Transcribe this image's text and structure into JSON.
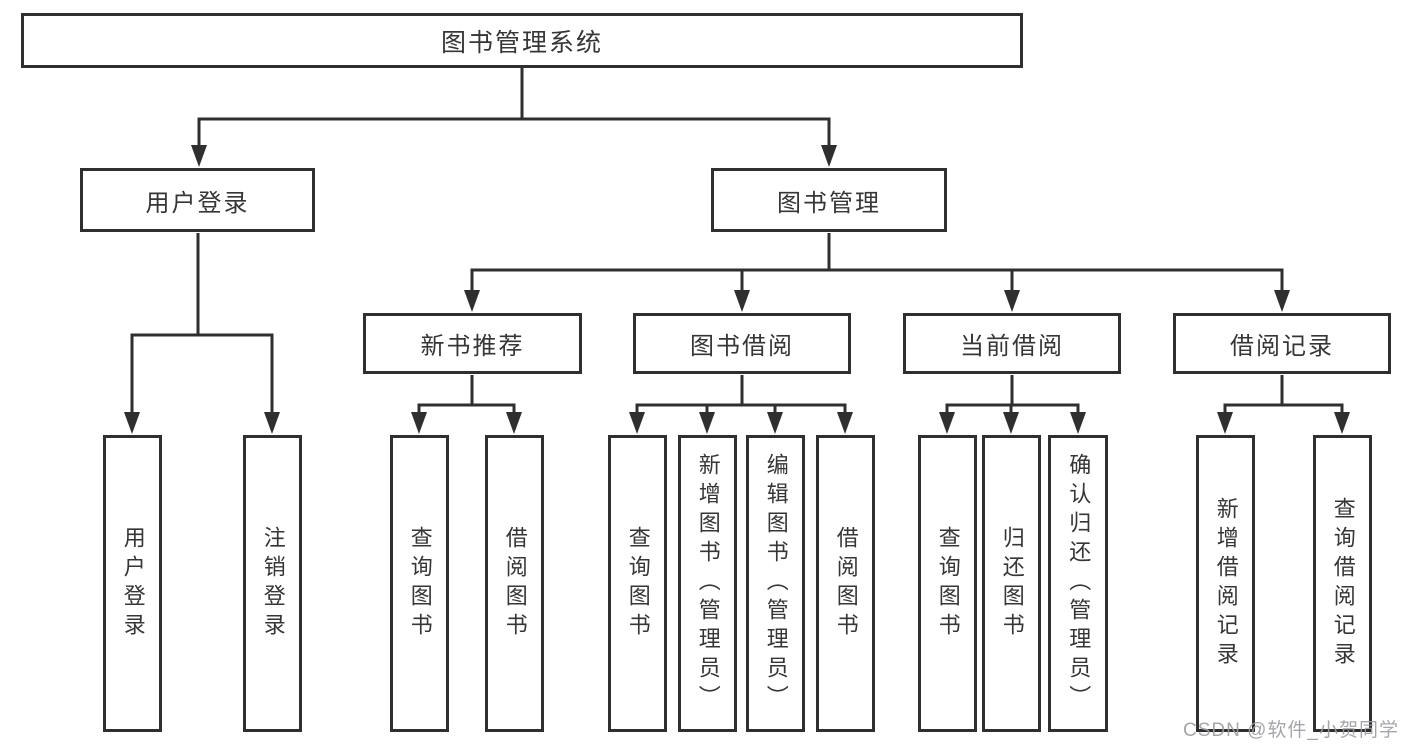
{
  "diagram": {
    "root": {
      "label": "图书管理系统"
    },
    "user_login": {
      "label": "用户登录",
      "leaves": [
        "用户登录",
        "注销登录"
      ]
    },
    "book_management": {
      "label": "图书管理",
      "groups": [
        {
          "label": "新书推荐",
          "leaves": [
            "查询图书",
            "借阅图书"
          ]
        },
        {
          "label": "图书借阅",
          "leaves": [
            "查询图书",
            "新增图书（管理员）",
            "编辑图书（管理员）",
            "借阅图书"
          ]
        },
        {
          "label": "当前借阅",
          "leaves": [
            "查询图书",
            "归还图书",
            "确认归还（管理员）"
          ]
        },
        {
          "label": "借阅记录",
          "leaves": [
            "新增借阅记录",
            "查询借阅记录"
          ]
        }
      ]
    }
  },
  "watermark": "CSDN @软件_小贺同学",
  "colors": {
    "background": "#ffffff",
    "line": "#2f2f2f",
    "box_border": "#2f2f2f",
    "text": "#363636",
    "watermark": "#9d9da1"
  }
}
